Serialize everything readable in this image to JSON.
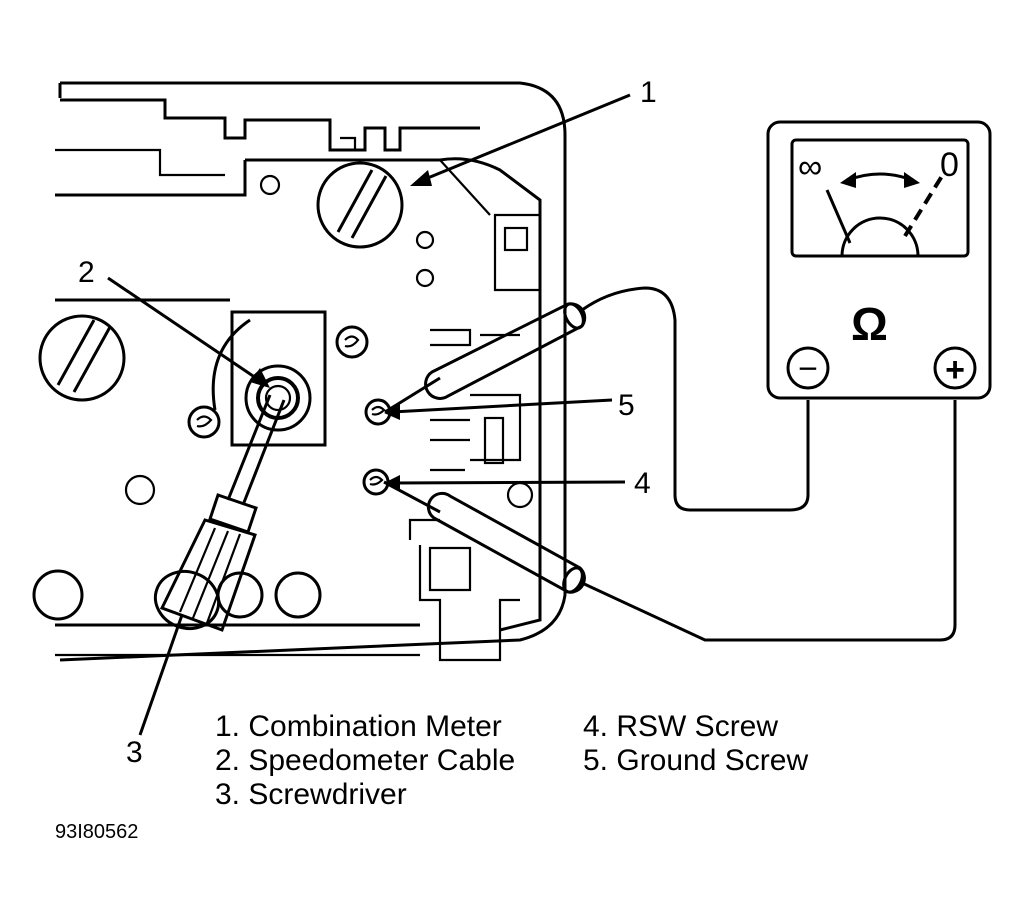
{
  "callouts": {
    "c1": "1",
    "c2": "2",
    "c3": "3",
    "c4": "4",
    "c5": "5"
  },
  "legend": {
    "left": [
      "1. Combination Meter",
      "2. Speedometer Cable",
      "3. Screwdriver"
    ],
    "right": [
      "4. RSW Screw",
      "5. Ground Screw"
    ]
  },
  "meter": {
    "symbol": "Ω",
    "scale_left": "∞",
    "scale_right": "0",
    "minus": "−",
    "plus": "+"
  },
  "figure_id": "93I80562"
}
